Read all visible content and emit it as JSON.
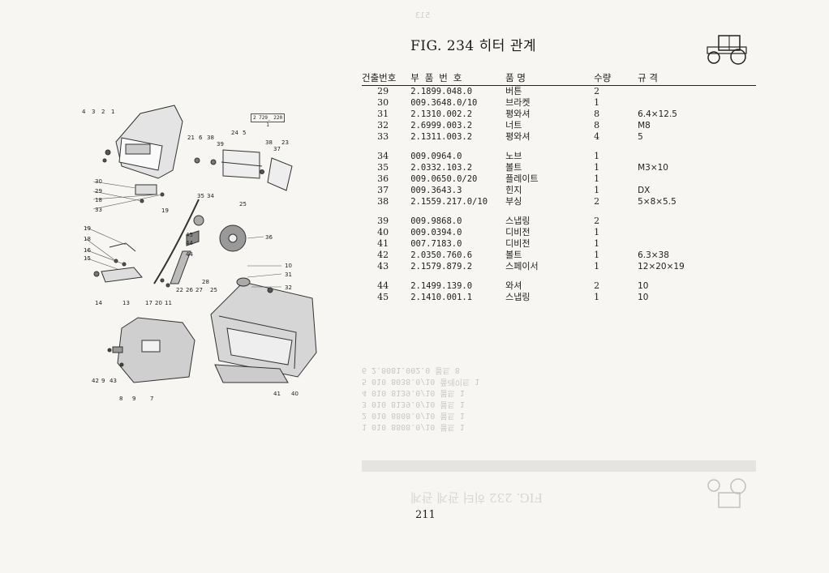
{
  "page": {
    "figure_title": "FIG. 234 히터 관계",
    "page_number": "211",
    "ghost_top": "513",
    "ghost_bottom": "FIG. 232 히터 관계 관계",
    "reference_box": "2 729_ 220 1"
  },
  "table": {
    "headers": {
      "no": "건출번호",
      "part": "부 품 번 호",
      "name": "품      명",
      "qty": "수량",
      "spec": "규        격"
    },
    "rows": [
      {
        "no": "29",
        "part": "2.1899.048.0",
        "name": "버튼",
        "qty": "2",
        "spec": ""
      },
      {
        "no": "30",
        "part": "009.3648.0/10",
        "name": "브라켓",
        "qty": "1",
        "spec": ""
      },
      {
        "no": "31",
        "part": "2.1310.002.2",
        "name": "평와셔",
        "qty": "8",
        "spec": "6.4×12.5"
      },
      {
        "no": "32",
        "part": "2.6999.003.2",
        "name": "너트",
        "qty": "8",
        "spec": "M8"
      },
      {
        "no": "33",
        "part": "2.1311.003.2",
        "name": "평와셔",
        "qty": "4",
        "spec": "5"
      },
      {
        "gap": true
      },
      {
        "no": "34",
        "part": "009.0964.0",
        "name": "노브",
        "qty": "1",
        "spec": ""
      },
      {
        "no": "35",
        "part": "2.0332.103.2",
        "name": "볼트",
        "qty": "1",
        "spec": "M3×10"
      },
      {
        "no": "36",
        "part": "009.0650.0/20",
        "name": "플레이트",
        "qty": "1",
        "spec": ""
      },
      {
        "no": "37",
        "part": "009.3643.3",
        "name": "힌지",
        "qty": "1",
        "spec": "DX"
      },
      {
        "no": "38",
        "part": "2.1559.217.0/10",
        "name": "부싱",
        "qty": "2",
        "spec": "5×8×5.5"
      },
      {
        "gap": true
      },
      {
        "no": "39",
        "part": "009.9868.0",
        "name": "스냅링",
        "qty": "2",
        "spec": ""
      },
      {
        "no": "40",
        "part": "009.0394.0",
        "name": "디비전",
        "qty": "1",
        "spec": ""
      },
      {
        "no": "41",
        "part": "007.7183.0",
        "name": "디비전",
        "qty": "1",
        "spec": ""
      },
      {
        "no": "42",
        "part": "2.0350.760.6",
        "name": "볼트",
        "qty": "1",
        "spec": "6.3×38"
      },
      {
        "no": "43",
        "part": "2.1579.879.2",
        "name": "스페이서",
        "qty": "1",
        "spec": "12×20×19"
      },
      {
        "gap": true
      },
      {
        "no": "44",
        "part": "2.1499.139.0",
        "name": "와셔",
        "qty": "2",
        "spec": "10"
      },
      {
        "no": "45",
        "part": "2.1410.001.1",
        "name": "스냅링",
        "qty": "1",
        "spec": "10"
      }
    ]
  },
  "diagram": {
    "callouts_left": [
      "4",
      "3",
      "2",
      "1",
      "30",
      "29",
      "18",
      "33",
      "19",
      "18",
      "16",
      "15",
      "14",
      "13",
      "17",
      "20",
      "11",
      "42",
      "9",
      "43",
      "8",
      "9",
      "7"
    ],
    "callouts_top": [
      "21",
      "6",
      "38",
      "24",
      "5",
      "39",
      "38",
      "37",
      "23",
      "25",
      "35",
      "34",
      "19",
      "45",
      "44",
      "44",
      "28",
      "22",
      "26",
      "27",
      "25"
    ],
    "callouts_right": [
      "36",
      "10",
      "31",
      "32",
      "41",
      "40"
    ]
  },
  "bleed_lines": [
    "1  010 8808.0/10  볼트  1",
    "2  010 8808.0/10  볼트  1",
    "3  010 8139.0/10  볼트  1",
    "4  010 8139.0/10  볼트  1",
    "5  010 8038.0/10  플레이트  1",
    "6  2.8081.002.0  볼트  8"
  ]
}
